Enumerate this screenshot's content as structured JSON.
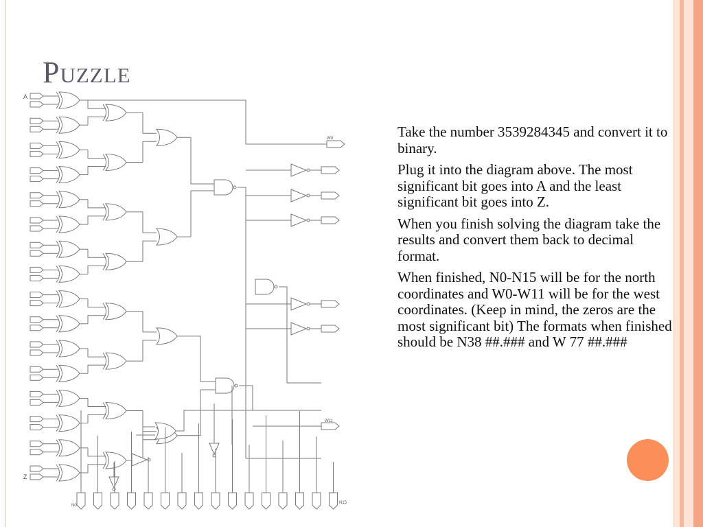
{
  "slide": {
    "title": "Puzzle",
    "paragraphs": [
      "Take the number 3539284345 and convert it to binary.",
      "Plug it into the diagram above. The most significant bit goes into A and the least significant bit goes into Z.",
      "When you finish solving the diagram take the results and convert them back to decimal format.",
      "When finished, N0-N15 will be for the north coordinates and W0-W11 will be for the west coordinates. (Keep in mind, the zeros are the most significant bit) The formats when finished should be N38 ##.### and W 77 ##.###"
    ]
  },
  "diagram": {
    "input_labels": {
      "top": "A",
      "bottom": "Z"
    },
    "output_labels": {
      "w_first": "W0",
      "w_last": "W11",
      "n_first": "N0",
      "n_last": "N15"
    }
  },
  "colors": {
    "title": "#5a5a66",
    "text": "#111111",
    "accent_orange": "#fb8f5a",
    "stripes": [
      "#fde2d6",
      "#f8b79b",
      "#fde2d6",
      "#f5a585"
    ],
    "wire": "#7a7a7a"
  }
}
